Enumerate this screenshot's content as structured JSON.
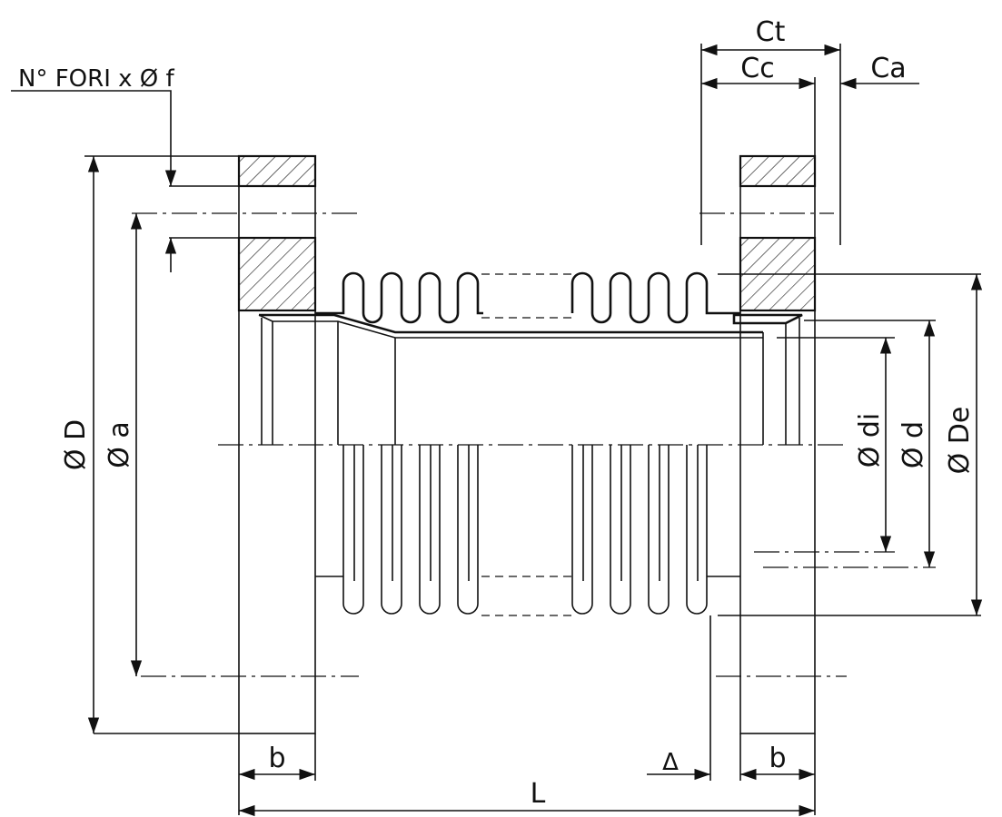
{
  "labels": {
    "holes": "N° FORI x Ø f",
    "ct": "Ct",
    "cc": "Cc",
    "ca": "Ca",
    "dia_D": "Ø D",
    "dia_a": "Ø a",
    "dia_di": "Ø di",
    "dia_d": "Ø d",
    "dia_De": "Ø De",
    "b_left": "b",
    "b_right": "b",
    "delta": "Δ",
    "length": "L"
  }
}
